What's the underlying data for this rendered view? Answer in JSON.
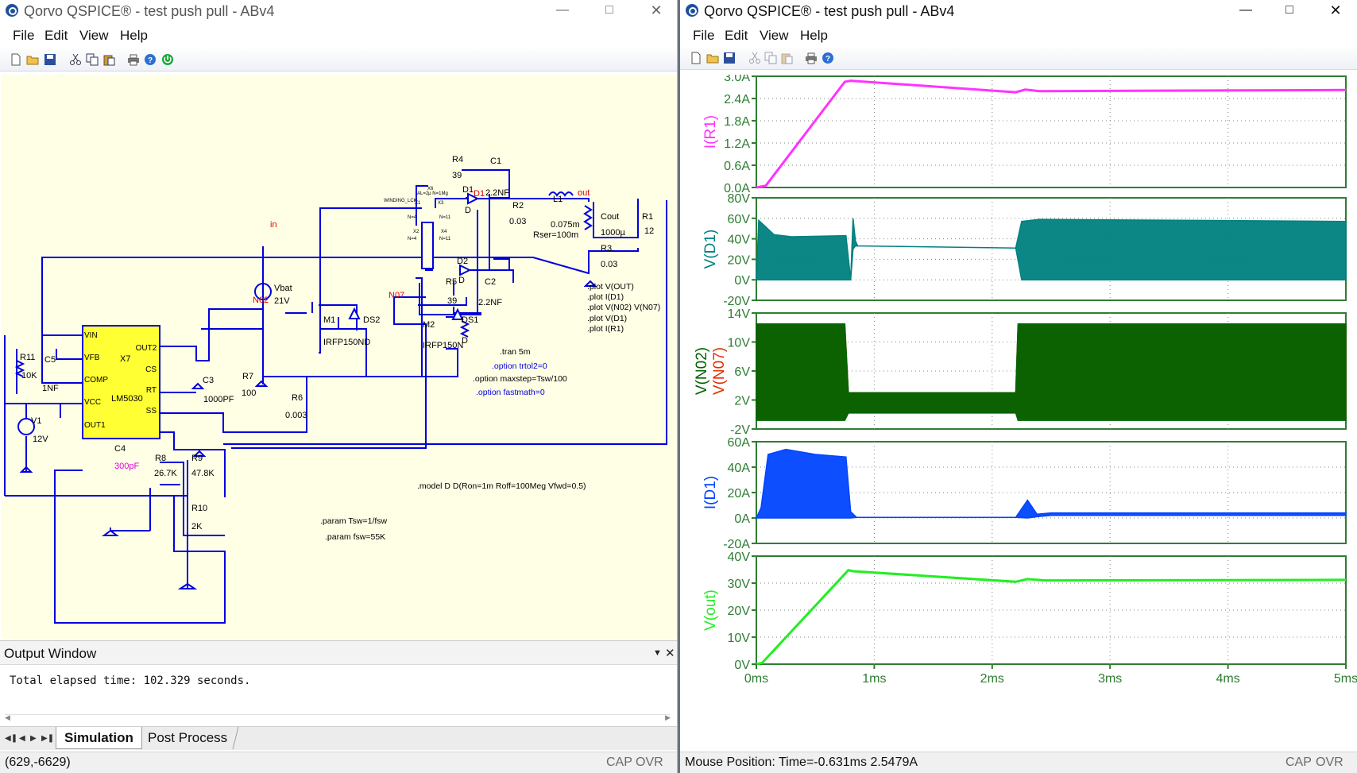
{
  "left_window": {
    "title": "Qorvo QSPICE® - test push pull - ABv4",
    "menu": [
      "File",
      "Edit",
      "View",
      "Help"
    ],
    "icons": [
      "new-file-icon",
      "open-folder-icon",
      "save-icon",
      "cut-icon",
      "copy-icon",
      "paste-icon",
      "print-icon",
      "help-icon",
      "run-icon"
    ],
    "schematic": {
      "components": [
        "R4",
        "39",
        "C1",
        "2.2NF",
        "D1",
        "D",
        "R2",
        "0.03",
        "L1",
        "0.075m",
        "Rser=100m",
        "Cout",
        "1000µ",
        "R1",
        "12",
        "R3",
        "0.03",
        "Vbat",
        "21V",
        "M1",
        "IRFP150ND",
        "DS2",
        "M2",
        "IRFP150N",
        "DS1",
        "D",
        "D2",
        "D",
        "R5",
        "39",
        "C2",
        "2.2NF",
        "R6",
        "0.003",
        "R11",
        "10K",
        "C5",
        "1NF",
        "X7",
        "LM5030",
        "C3",
        "1000PF",
        "R7",
        "100",
        "V1",
        "12V",
        "C4",
        "300pF",
        "R8",
        "26.7K",
        "R9",
        "47.8K",
        "R10",
        "2K"
      ],
      "pins": [
        "VIN",
        "VFB",
        "COMP",
        "VCC",
        "OUT1",
        "OUT2",
        "CS",
        "RT",
        "SS"
      ],
      "transformer": [
        "X6",
        "AL=2µ N=1Mg",
        "WINDING_LCK",
        "X1",
        "X3",
        "N=4",
        "N=11",
        "X2",
        "X4",
        "N=4",
        "N=11"
      ],
      "nets": [
        "in",
        "D1",
        "out",
        "N02",
        "N07"
      ],
      "directives_plot": [
        ".plot V(OUT)",
        ".plot  I(D1)",
        ".plot V(N02) V(N07)",
        ".plot V(D1)",
        ".plot I(R1)"
      ],
      "directives_sim": [
        ".tran 5m",
        ".option trtol2=0",
        ".option maxstep=Tsw/100",
        ".option fastmath=0"
      ],
      "directive_model": ".model D D(Ron=1m Roff=100Meg Vfwd=0.5)",
      "directives_param": [
        ".param Tsw=1/fsw",
        ".param fsw=55K"
      ]
    },
    "output_window": {
      "title": "Output Window",
      "text": "Total elapsed time: 102.329 seconds.",
      "tabs": [
        "Simulation",
        "Post Process"
      ]
    },
    "status": {
      "coords": "(629,-6629)",
      "cap": "CAP",
      "ovr": "OVR"
    }
  },
  "right_window": {
    "title": "Qorvo QSPICE® - test push pull - ABv4",
    "menu": [
      "File",
      "Edit",
      "View",
      "Help"
    ],
    "icons": [
      "new-file-icon",
      "open-folder-icon",
      "save-icon",
      "cut-icon",
      "copy-icon",
      "paste-icon",
      "print-icon",
      "help-icon"
    ],
    "status": {
      "mouse": "Mouse Position: Time=-0.631ms  2.5479A",
      "cap": "CAP",
      "ovr": "OVR"
    }
  },
  "colors": {
    "wire": "#0000dd",
    "net_label": "#e00000",
    "axis": "#2e7d32",
    "ir1": "#ff33ff",
    "vd1": "#008080",
    "vn07": "#006400",
    "vn02": "#e03000",
    "id1": "#0044ff",
    "vout": "#22ee22",
    "schematic_bg": "#ffffe6",
    "ic_fill": "#ffff33"
  },
  "chart_data": [
    {
      "type": "line",
      "x_unit": "ms",
      "xlim": [
        0,
        5
      ],
      "x_ticks": [
        "0ms",
        "1ms",
        "2ms",
        "3ms",
        "4ms",
        "5ms"
      ],
      "series": [
        {
          "name": "I(R1)",
          "x": [
            0,
            0.08,
            0.75,
            0.8,
            2.2,
            2.28,
            2.4,
            5
          ],
          "values": [
            0.0,
            0.05,
            2.85,
            2.88,
            2.57,
            2.64,
            2.6,
            2.63
          ]
        }
      ],
      "ylabel": "I(R1)",
      "ylim": [
        0,
        3
      ],
      "y_ticks": [
        "3.0A",
        "2.4A",
        "1.8A",
        "1.2A",
        "0.6A",
        "0.0A"
      ]
    },
    {
      "type": "area",
      "xlim": [
        0,
        5
      ],
      "series": [
        {
          "name": "V(D1)",
          "x": [
            0,
            0.02,
            0.15,
            0.3,
            0.76,
            0.8,
            0.82,
            0.84,
            0.86,
            0.9,
            2.2,
            2.25,
            2.4,
            5
          ],
          "upper": [
            0,
            58,
            44,
            42,
            43,
            0,
            60,
            38,
            33,
            33,
            31,
            57,
            59,
            57
          ],
          "lower": [
            0,
            0,
            0,
            0,
            0,
            0,
            30,
            33,
            33,
            33,
            31,
            0,
            0,
            0
          ]
        }
      ],
      "ylabel": "V(D1)",
      "ylim": [
        -20,
        80
      ],
      "y_ticks": [
        "80V",
        "60V",
        "40V",
        "20V",
        "0V",
        "-20V"
      ]
    },
    {
      "type": "area",
      "xlim": [
        0,
        5
      ],
      "series": [
        {
          "name": "V(N07)",
          "x": [
            0,
            0.75,
            0.78,
            2.2,
            2.22,
            5
          ],
          "upper": [
            12.3,
            12.3,
            3,
            3,
            12.3,
            12.3
          ],
          "lower": [
            -0.5,
            -0.5,
            0.3,
            0.3,
            -0.5,
            -0.5
          ]
        },
        {
          "name": "V(N02)",
          "x": [
            0,
            0.75,
            0.78,
            2.2,
            2.22,
            5
          ],
          "upper": [
            12.5,
            12.5,
            3,
            3,
            12.5,
            12.5
          ],
          "lower": [
            -0.8,
            -0.8,
            0.2,
            0.2,
            -0.8,
            -0.8
          ]
        }
      ],
      "ylabel": "V(N07) V(N02)",
      "ylim": [
        -2,
        14
      ],
      "y_ticks": [
        "14V",
        "10V",
        "6V",
        "2V",
        "-2V"
      ]
    },
    {
      "type": "area",
      "xlim": [
        0,
        5
      ],
      "series": [
        {
          "name": "I(D1)",
          "x": [
            0,
            0.04,
            0.1,
            0.25,
            0.5,
            0.76,
            0.8,
            0.85,
            2.2,
            2.3,
            2.38,
            2.5,
            5
          ],
          "upper": [
            0,
            8,
            50,
            54,
            50,
            48,
            5,
            0.5,
            0.5,
            14,
            3,
            4,
            4
          ],
          "lower": [
            0,
            0,
            0,
            0,
            0,
            0,
            0,
            0.5,
            0.5,
            0,
            1,
            2,
            2
          ]
        }
      ],
      "ylabel": "I(D1)",
      "ylim": [
        -20,
        60
      ],
      "y_ticks": [
        "60A",
        "40A",
        "20A",
        "0A",
        "-20A"
      ]
    },
    {
      "type": "line",
      "xlim": [
        0,
        5
      ],
      "series": [
        {
          "name": "V(out)",
          "x": [
            0,
            0.05,
            0.78,
            0.82,
            2.2,
            2.3,
            2.45,
            5
          ],
          "values": [
            0,
            0.5,
            34.8,
            34.4,
            30.5,
            31.5,
            31,
            31.2
          ]
        }
      ],
      "ylabel": "V(out)",
      "ylim": [
        0,
        40
      ],
      "y_ticks": [
        "40V",
        "30V",
        "20V",
        "10V",
        "0V"
      ]
    }
  ]
}
